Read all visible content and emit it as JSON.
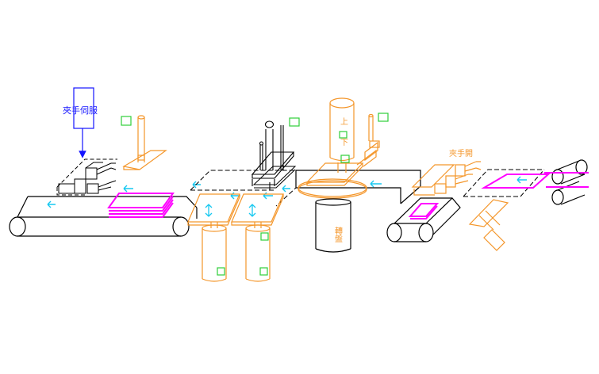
{
  "labels": {
    "servo_gripper": "夾手伺服",
    "up": "上",
    "down": "下",
    "turntable": "轉盤",
    "gripper_open": "夾手開"
  },
  "colors": {
    "line": "#000000",
    "orange": "#f4962a",
    "blue": "#1414ff",
    "cyan": "#17c8f0",
    "green": "#2fcf3a",
    "magenta": "#ff00ff",
    "background": "#ffffff"
  },
  "icons": {
    "flow_arrow": "arrow-left-icon",
    "lift_arrow": "arrow-up-down-icon",
    "sensor": "sensor-square-icon"
  }
}
